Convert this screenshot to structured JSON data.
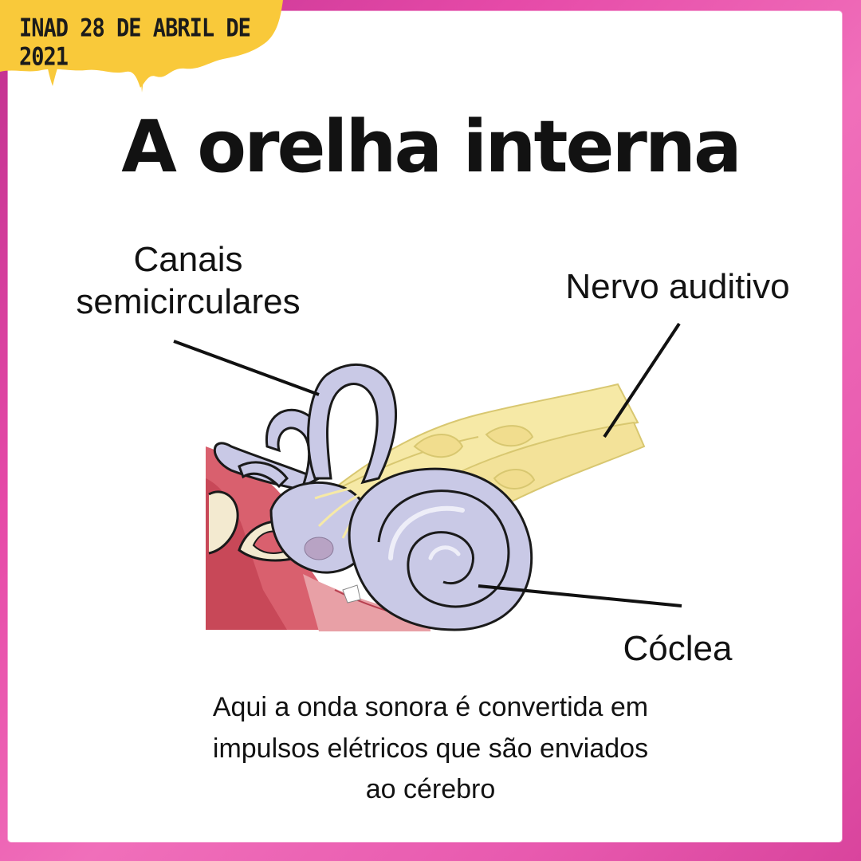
{
  "header": {
    "date_tag": "INAD 28 DE ABRIL DE 2021"
  },
  "title": "A orelha interna",
  "labels": {
    "semicircular_line1": "Canais",
    "semicircular_line2": "semicirculares",
    "nerve": "Nervo auditivo",
    "cochlea": "Cóclea"
  },
  "caption": {
    "line1": "Aqui a onda sonora é convertida em",
    "line2": "impulsos elétricos que são enviados",
    "line3": "ao cérebro"
  },
  "colors": {
    "frame_pink": "#e64aa8",
    "date_yellow": "#f9c93a",
    "labyrinth": "#c9c9e6",
    "nerve": "#f6e9a6",
    "tissue": "#d9606e"
  }
}
